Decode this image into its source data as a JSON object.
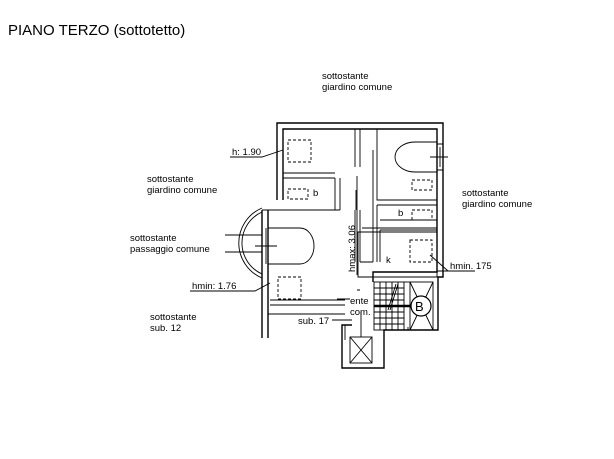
{
  "title": "PIANO TERZO (sottotetto)",
  "labels": {
    "top_garden_1": "sottostante",
    "top_garden_2": "giardino comune",
    "left_garden_1": "sottostante",
    "left_garden_2": "giardino comune",
    "right_garden_1": "sottostante",
    "right_garden_2": "giardino comune",
    "passage_1": "sottostante",
    "passage_2": "passaggio comune",
    "sub12_1": "sottostante",
    "sub12_2": "sub. 12",
    "h": "h: 1.90",
    "hmin_left": "hmin: 1.76",
    "hmin_right": "hmin. 175",
    "hmax": "hmax: 3.06",
    "bath_1": "b",
    "bath_2": "b",
    "kitchen": "k",
    "ente_1": "ente",
    "ente_2": "com.",
    "sub17": "sub. 17",
    "stair_marker": "B"
  }
}
